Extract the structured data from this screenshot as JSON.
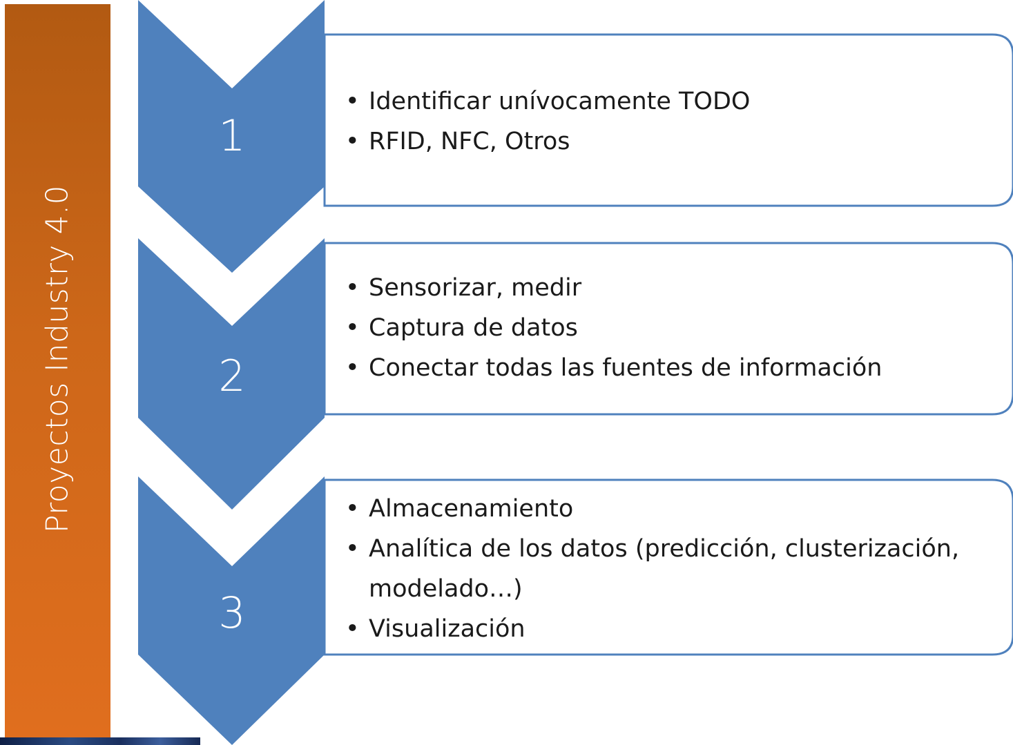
{
  "title": "Proyectos Industry 4.0",
  "colors": {
    "chevron": "#4f81bd",
    "title_bar_top": "#b25a12",
    "title_bar_bottom": "#e06e1e",
    "box_border": "#4f81bd",
    "text": "#1a1a1a"
  },
  "steps": [
    {
      "number": "1",
      "items": [
        "Identificar unívocamente TODO",
        "RFID, NFC, Otros"
      ]
    },
    {
      "number": "2",
      "items": [
        "Sensorizar, medir",
        "Captura de datos",
        "Conectar todas las fuentes de información"
      ]
    },
    {
      "number": "3",
      "items": [
        "Almacenamiento",
        "Analítica de los datos (predicción, clusterización, modelado…)",
        "Visualización"
      ]
    }
  ]
}
